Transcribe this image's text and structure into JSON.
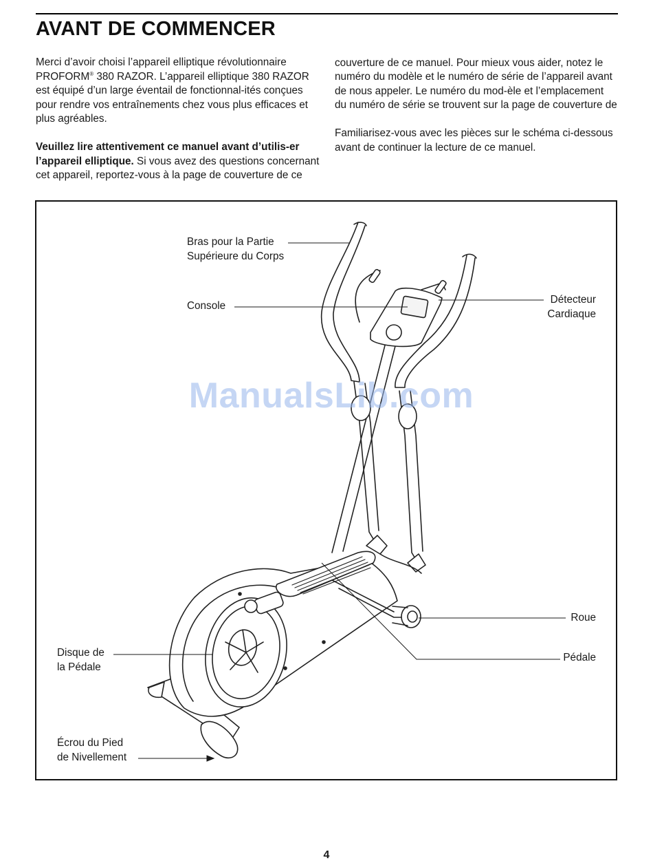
{
  "page": {
    "title": "AVANT DE COMMENCER",
    "page_number": "4",
    "watermark": "ManualsLib.com"
  },
  "intro": {
    "p1_a": "Merci d’avoir choisi l’appareil elliptique révolutionnaire PROFORM",
    "p1_reg": "®",
    "p1_b": " 380 RAZOR. L’appareil elliptique 380 RAZOR est équipé d’un large éventail de fonctionnal-ités conçues pour rendre vos entraînements chez vous plus efficaces et plus agréables.",
    "p2_bold": "Veuillez lire attentivement ce manuel avant d’utilis-er l’appareil elliptique.",
    "p2_rest": " Si vous avez des questions concernant cet appareil, reportez-vous à la page de couverture de ce manuel. Pour mieux vous aider, notez le numéro du modèle et le numéro de série de l’appareil avant de nous appeler. Le numéro du mod-èle et l’emplacement du numéro de série se trouvent sur la page de couverture de ce manuel.",
    "p3": "Familiarisez-vous avec les pièces sur le schéma ci-dessous avant de continuer la lecture de ce manuel."
  },
  "diagram": {
    "labels": {
      "bras_line1": "Bras pour la Partie",
      "bras_line2": "Supérieure du Corps",
      "console": "Console",
      "detecteur_line1": "Détecteur",
      "detecteur_line2": "Cardiaque",
      "roue": "Roue",
      "pedale": "Pédale",
      "disque_line1": "Disque de",
      "disque_line2": "la Pédale",
      "ecrou_line1": "Écrou du Pied",
      "ecrou_line2": "de Nivellement"
    }
  }
}
